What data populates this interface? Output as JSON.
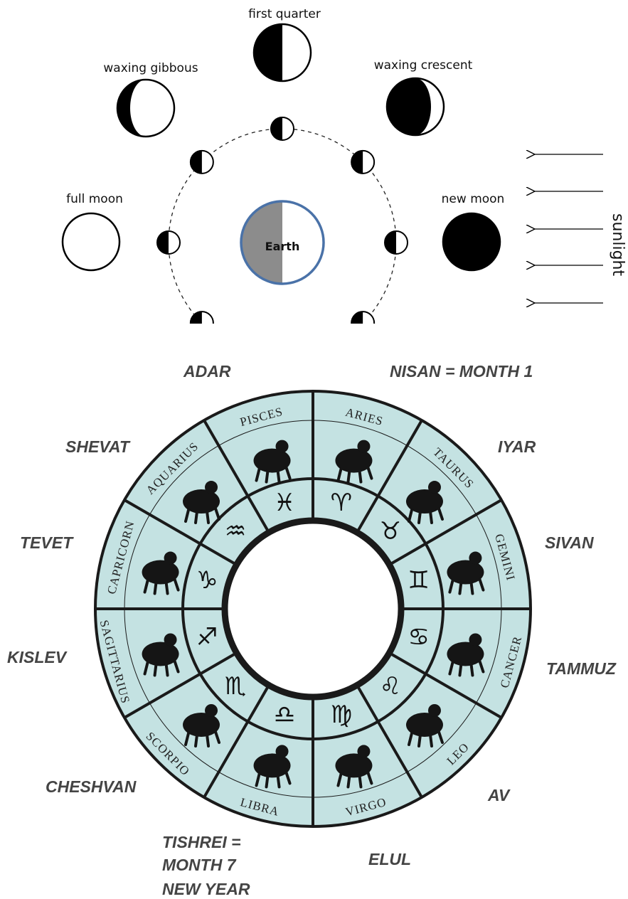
{
  "moon_diagram": {
    "phases": [
      {
        "label": "first quarter",
        "lit": "right",
        "type": "quarter"
      },
      {
        "label": "waxing gibbous",
        "lit": "right",
        "type": "gibbous"
      },
      {
        "label": "waxing crescent",
        "lit": "right",
        "type": "crescent"
      },
      {
        "label": "full moon",
        "lit": "all",
        "type": "full"
      },
      {
        "label": "new moon",
        "lit": "none",
        "type": "new"
      }
    ],
    "earth_label": "Earth",
    "sunlight_label": "sunlight",
    "colors": {
      "earth_ring": "#4a72a8",
      "earth_dark": "#8c8c8c",
      "ink": "#000000"
    }
  },
  "zodiac_wheel": {
    "signs": [
      "ARIES",
      "TAURUS",
      "GEMINI",
      "CANCER",
      "LEO",
      "VIRGO",
      "LIBRA",
      "SCORPIO",
      "SAGITTARIUS",
      "CAPRICORN",
      "AQUARIUS",
      "PISCES"
    ],
    "glyph_icons": [
      "aries-glyph-icon",
      "taurus-glyph-icon",
      "gemini-glyph-icon",
      "cancer-glyph-icon",
      "leo-glyph-icon",
      "virgo-glyph-icon",
      "libra-glyph-icon",
      "scorpio-glyph-icon",
      "sagittarius-glyph-icon",
      "capricorn-glyph-icon",
      "aquarius-glyph-icon",
      "pisces-glyph-icon"
    ],
    "months": {
      "nisan": "NISAN = MONTH 1",
      "iyar": "IYAR",
      "sivan": "SIVAN",
      "tammuz": "TAMMUZ",
      "av": "AV",
      "elul": "ELUL",
      "tishrei_line1": "TISHREI =",
      "tishrei_line2": "MONTH 7",
      "tishrei_line3": "NEW YEAR",
      "cheshvan": "CHESHVAN",
      "kislev": "KISLEV",
      "tevet": "TEVET",
      "shevat": "SHEVAT",
      "adar": "ADAR"
    },
    "colors": {
      "segment_fill": "#c4e2e2",
      "ink": "#1a1a1a",
      "month_text": "#444444"
    }
  }
}
